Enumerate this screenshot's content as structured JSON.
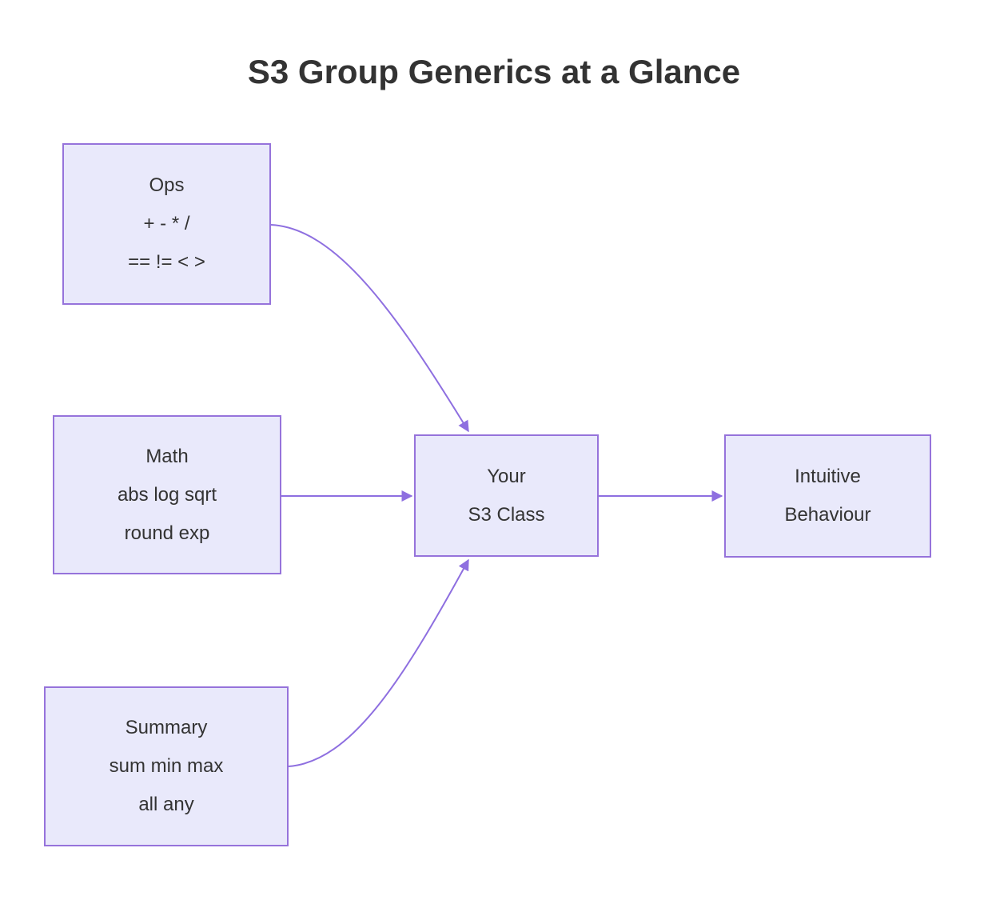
{
  "title": "S3 Group Generics at a Glance",
  "diagram": {
    "nodes": {
      "ops": {
        "lines": [
          "Ops",
          "+ - * /",
          "== != < >"
        ]
      },
      "math": {
        "lines": [
          "Math",
          "abs log sqrt",
          "round exp"
        ]
      },
      "summary": {
        "lines": [
          "Summary",
          "sum min max",
          "all any"
        ]
      },
      "s3_class": {
        "lines": [
          "Your",
          "S3 Class"
        ]
      },
      "behaviour": {
        "lines": [
          "Intuitive",
          "Behaviour"
        ]
      }
    },
    "edges": [
      {
        "from": "Ops",
        "to": "Your S3 Class"
      },
      {
        "from": "Math",
        "to": "Your S3 Class"
      },
      {
        "from": "Summary",
        "to": "Your S3 Class"
      },
      {
        "from": "Your S3 Class",
        "to": "Intuitive Behaviour"
      }
    ],
    "colors": {
      "node_fill": "#E9E9FB",
      "node_border": "#9673DB",
      "edge": "#8E6FE0",
      "text": "#333333",
      "title": "#333333",
      "background": "#FFFFFF"
    }
  }
}
